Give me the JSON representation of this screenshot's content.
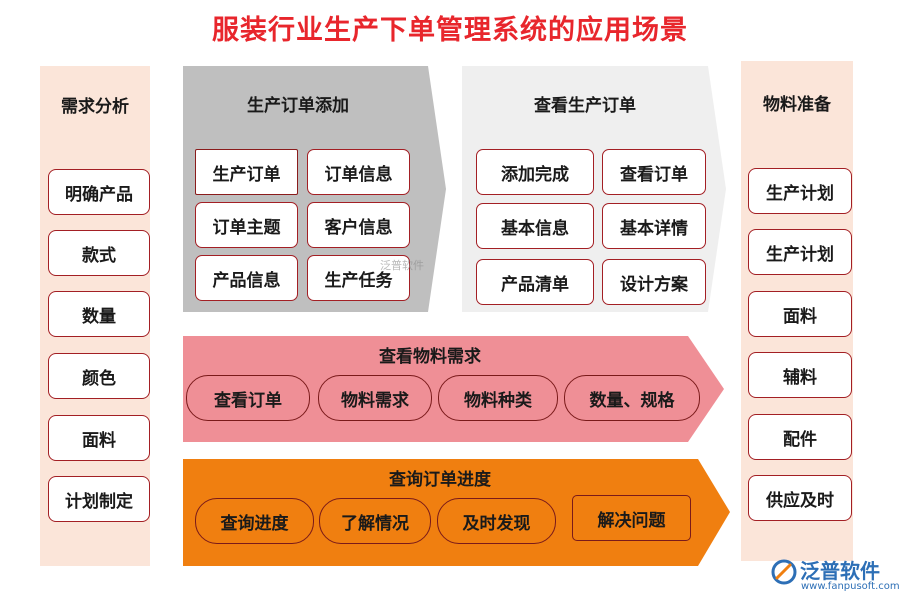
{
  "title": "服装行业生产下单管理系统的应用场景",
  "left_column": {
    "header": "需求分析",
    "items": [
      "明确产品",
      "款式",
      "数量",
      "颜色",
      "面料",
      "计划制定"
    ]
  },
  "right_column": {
    "header": "物料准备",
    "items": [
      "生产计划",
      "生产计划",
      "面料",
      "辅料",
      "配件",
      "供应及时"
    ]
  },
  "order_add": {
    "title": "生产订单添加",
    "items": [
      "生产订单",
      "订单信息",
      "订单主题",
      "客户信息",
      "产品信息",
      "生产任务"
    ]
  },
  "order_view": {
    "title": "查看生产订单",
    "items": [
      "添加完成",
      "查看订单",
      "基本信息",
      "基本详情",
      "产品清单",
      "设计方案"
    ]
  },
  "material_demand": {
    "title": "查看物料需求",
    "items": [
      "查看订单",
      "物料需求",
      "物料种类",
      "数量、规格"
    ]
  },
  "order_progress": {
    "title": "查询订单进度",
    "items": [
      "查询进度",
      "了解情况",
      "及时发现",
      "解决问题"
    ]
  },
  "logo": {
    "name": "泛普软件",
    "url": "www.fanpusoft.com"
  },
  "watermark": "泛普软件",
  "colors": {
    "title_red": "#e8262c",
    "side_column": "#fbe5d9",
    "order_add_gray": "#bfbfbf",
    "order_view_gray": "#efefef",
    "pink_band": "#ef8f96",
    "orange_band": "#f07f10",
    "border": "#a31f24"
  }
}
